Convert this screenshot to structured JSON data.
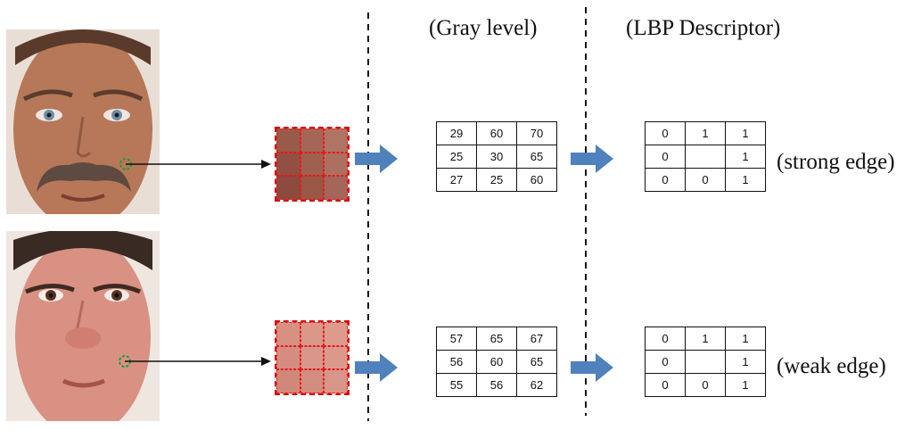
{
  "headers": {
    "gray_level": "(Gray level)",
    "lbp_descriptor": "(LBP Descriptor)"
  },
  "rows": [
    {
      "gray": [
        [
          "29",
          "60",
          "70"
        ],
        [
          "25",
          "30",
          "65"
        ],
        [
          "27",
          "25",
          "60"
        ]
      ],
      "lbp": [
        [
          "0",
          "1",
          "1"
        ],
        [
          "0",
          "",
          "1"
        ],
        [
          "0",
          "0",
          "1"
        ]
      ],
      "label": "(strong edge)",
      "patch_colors": [
        "#9a5a4a",
        "#a56657",
        "#b07464",
        "#934f42",
        "#a0604f",
        "#ad7060",
        "#8d4a3f",
        "#995746",
        "#a4665a"
      ]
    },
    {
      "gray": [
        [
          "57",
          "65",
          "67"
        ],
        [
          "56",
          "60",
          "65"
        ],
        [
          "55",
          "56",
          "62"
        ]
      ],
      "lbp": [
        [
          "0",
          "1",
          "1"
        ],
        [
          "0",
          "",
          "1"
        ],
        [
          "0",
          "0",
          "1"
        ]
      ],
      "label": "(weak edge)",
      "patch_colors": [
        "#d79183",
        "#db978a",
        "#dd9b8e",
        "#d48d80",
        "#d8978a",
        "#db998c",
        "#d08879",
        "#d48d80",
        "#d8958a"
      ]
    }
  ],
  "colors": {
    "arrow_blue": "#4f81bd",
    "patch_border": "#d41010",
    "marker_green": "#1a9a3a"
  },
  "icons": {
    "process_arrow": "block-arrow-right",
    "pointer_arrow": "line-arrow-right"
  }
}
